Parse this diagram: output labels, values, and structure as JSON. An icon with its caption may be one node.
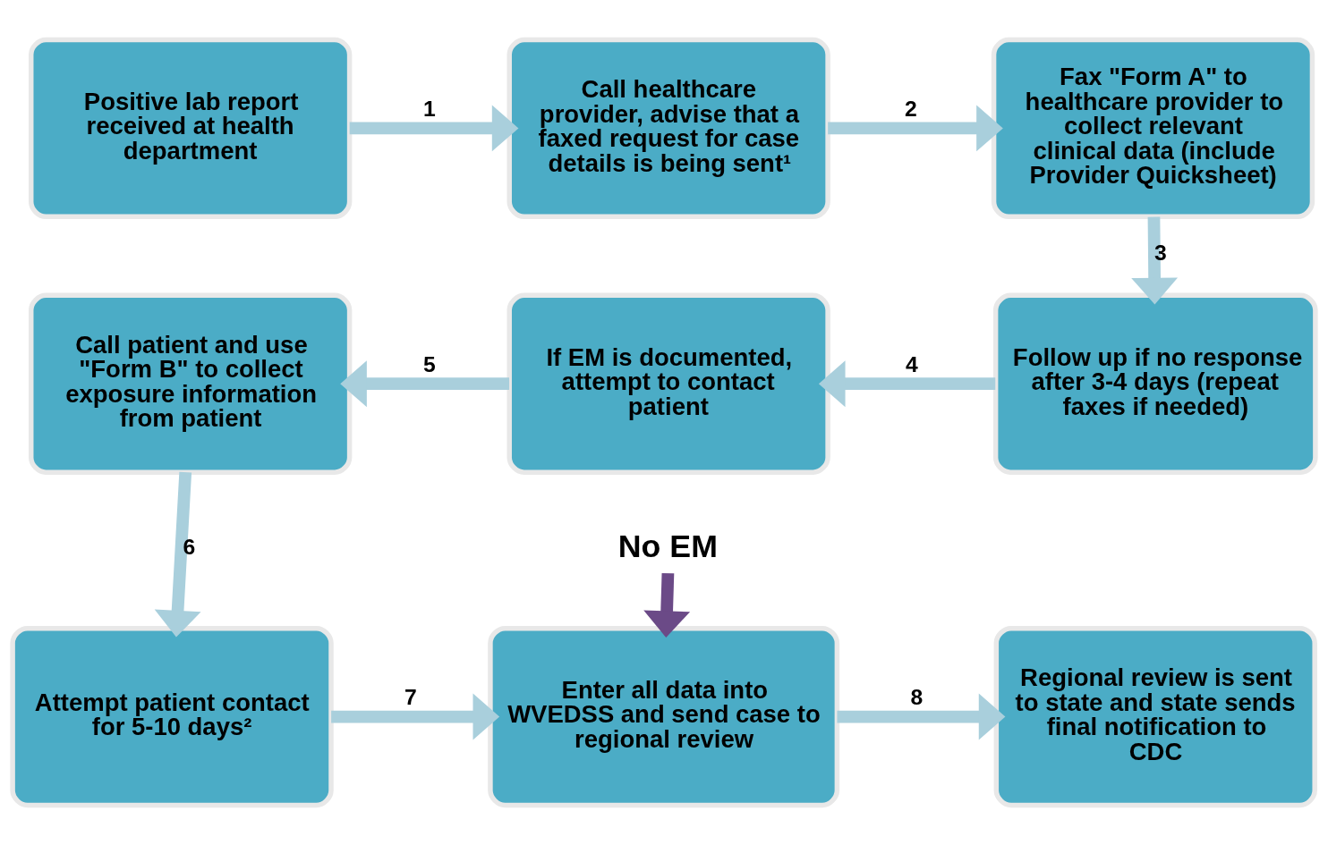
{
  "diagram": {
    "nodes": [
      {
        "text": [
          "Positive lab report received at health department"
        ]
      },
      {
        "text": [
          "Call healthcare provider, advise that a faxed request for case details is being sent¹"
        ]
      },
      {
        "text": [
          "Fax \"Form A\" to healthcare provider to collect relevant clinical data (include Provider Quicksheet)"
        ]
      },
      {
        "text": [
          "Follow up if no response after 3-4 days (repeat faxes if needed)"
        ]
      },
      {
        "text": [
          "If EM is documented, attempt to contact patient"
        ]
      },
      {
        "text": [
          "Call patient and use \"Form B\" to collect exposure information from patient"
        ]
      },
      {
        "text": [
          "No EM"
        ]
      },
      {
        "text": [
          "Attempt patient contact for 5-10 days²"
        ]
      },
      {
        "text": [
          "Enter all data into WVEDSS and send case to regional review"
        ]
      },
      {
        "text": [
          "Regional review is sent to state and state sends final notification to CDC"
        ]
      }
    ],
    "edges": [
      {
        "from": 0,
        "to": 1,
        "arrow": "to",
        "label": "1"
      },
      {
        "from": 1,
        "to": 2,
        "arrow": "to",
        "label": "2"
      },
      {
        "from": 2,
        "to": 3,
        "arrow": "to",
        "label": "3"
      },
      {
        "from": 3,
        "to": 4,
        "arrow": "to",
        "label": "4"
      },
      {
        "from": 4,
        "to": 5,
        "arrow": "to",
        "label": "5"
      },
      {
        "from": 5,
        "to": 7,
        "arrow": "to",
        "label": "6"
      },
      {
        "from": 7,
        "to": 8,
        "arrow": "to",
        "label": "7"
      },
      {
        "from": 8,
        "to": 9,
        "arrow": "to",
        "label": "8"
      },
      {
        "from": 6,
        "to": 8,
        "arrow": "to",
        "color": "#6b4a87"
      }
    ]
  }
}
